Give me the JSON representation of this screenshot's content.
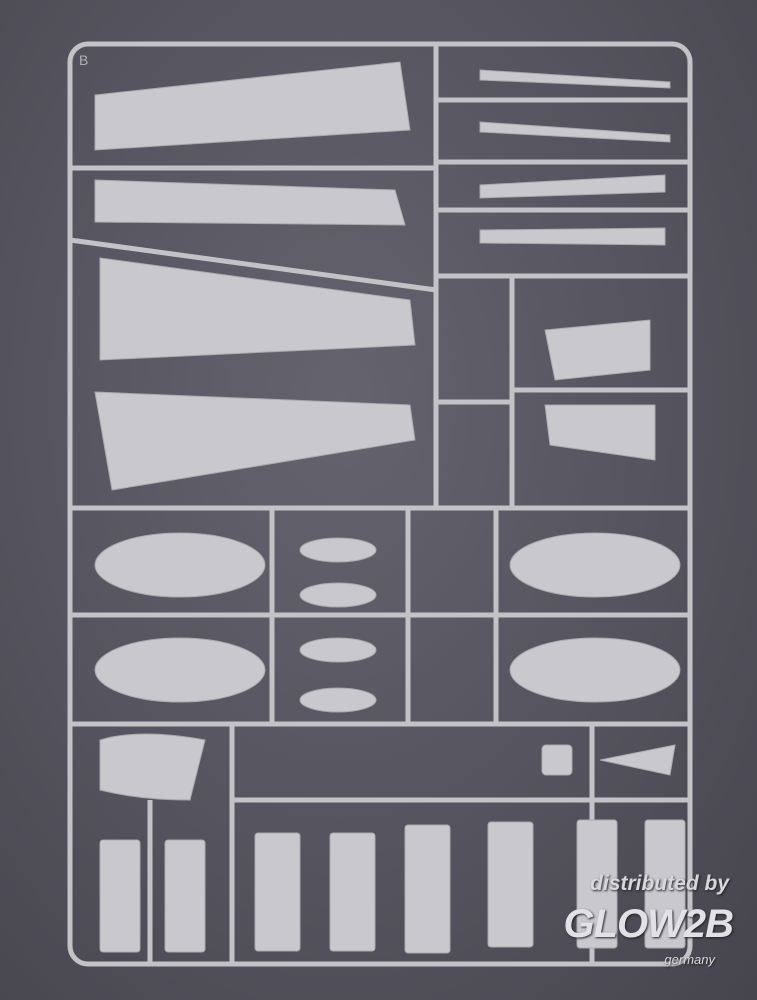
{
  "sprue": {
    "letter": "B"
  },
  "watermark": {
    "line1": "distributed by",
    "brand": "GLOW2B",
    "sub": "germany"
  },
  "colors": {
    "background": "#55535d",
    "plastic": "#c6c6ca"
  }
}
